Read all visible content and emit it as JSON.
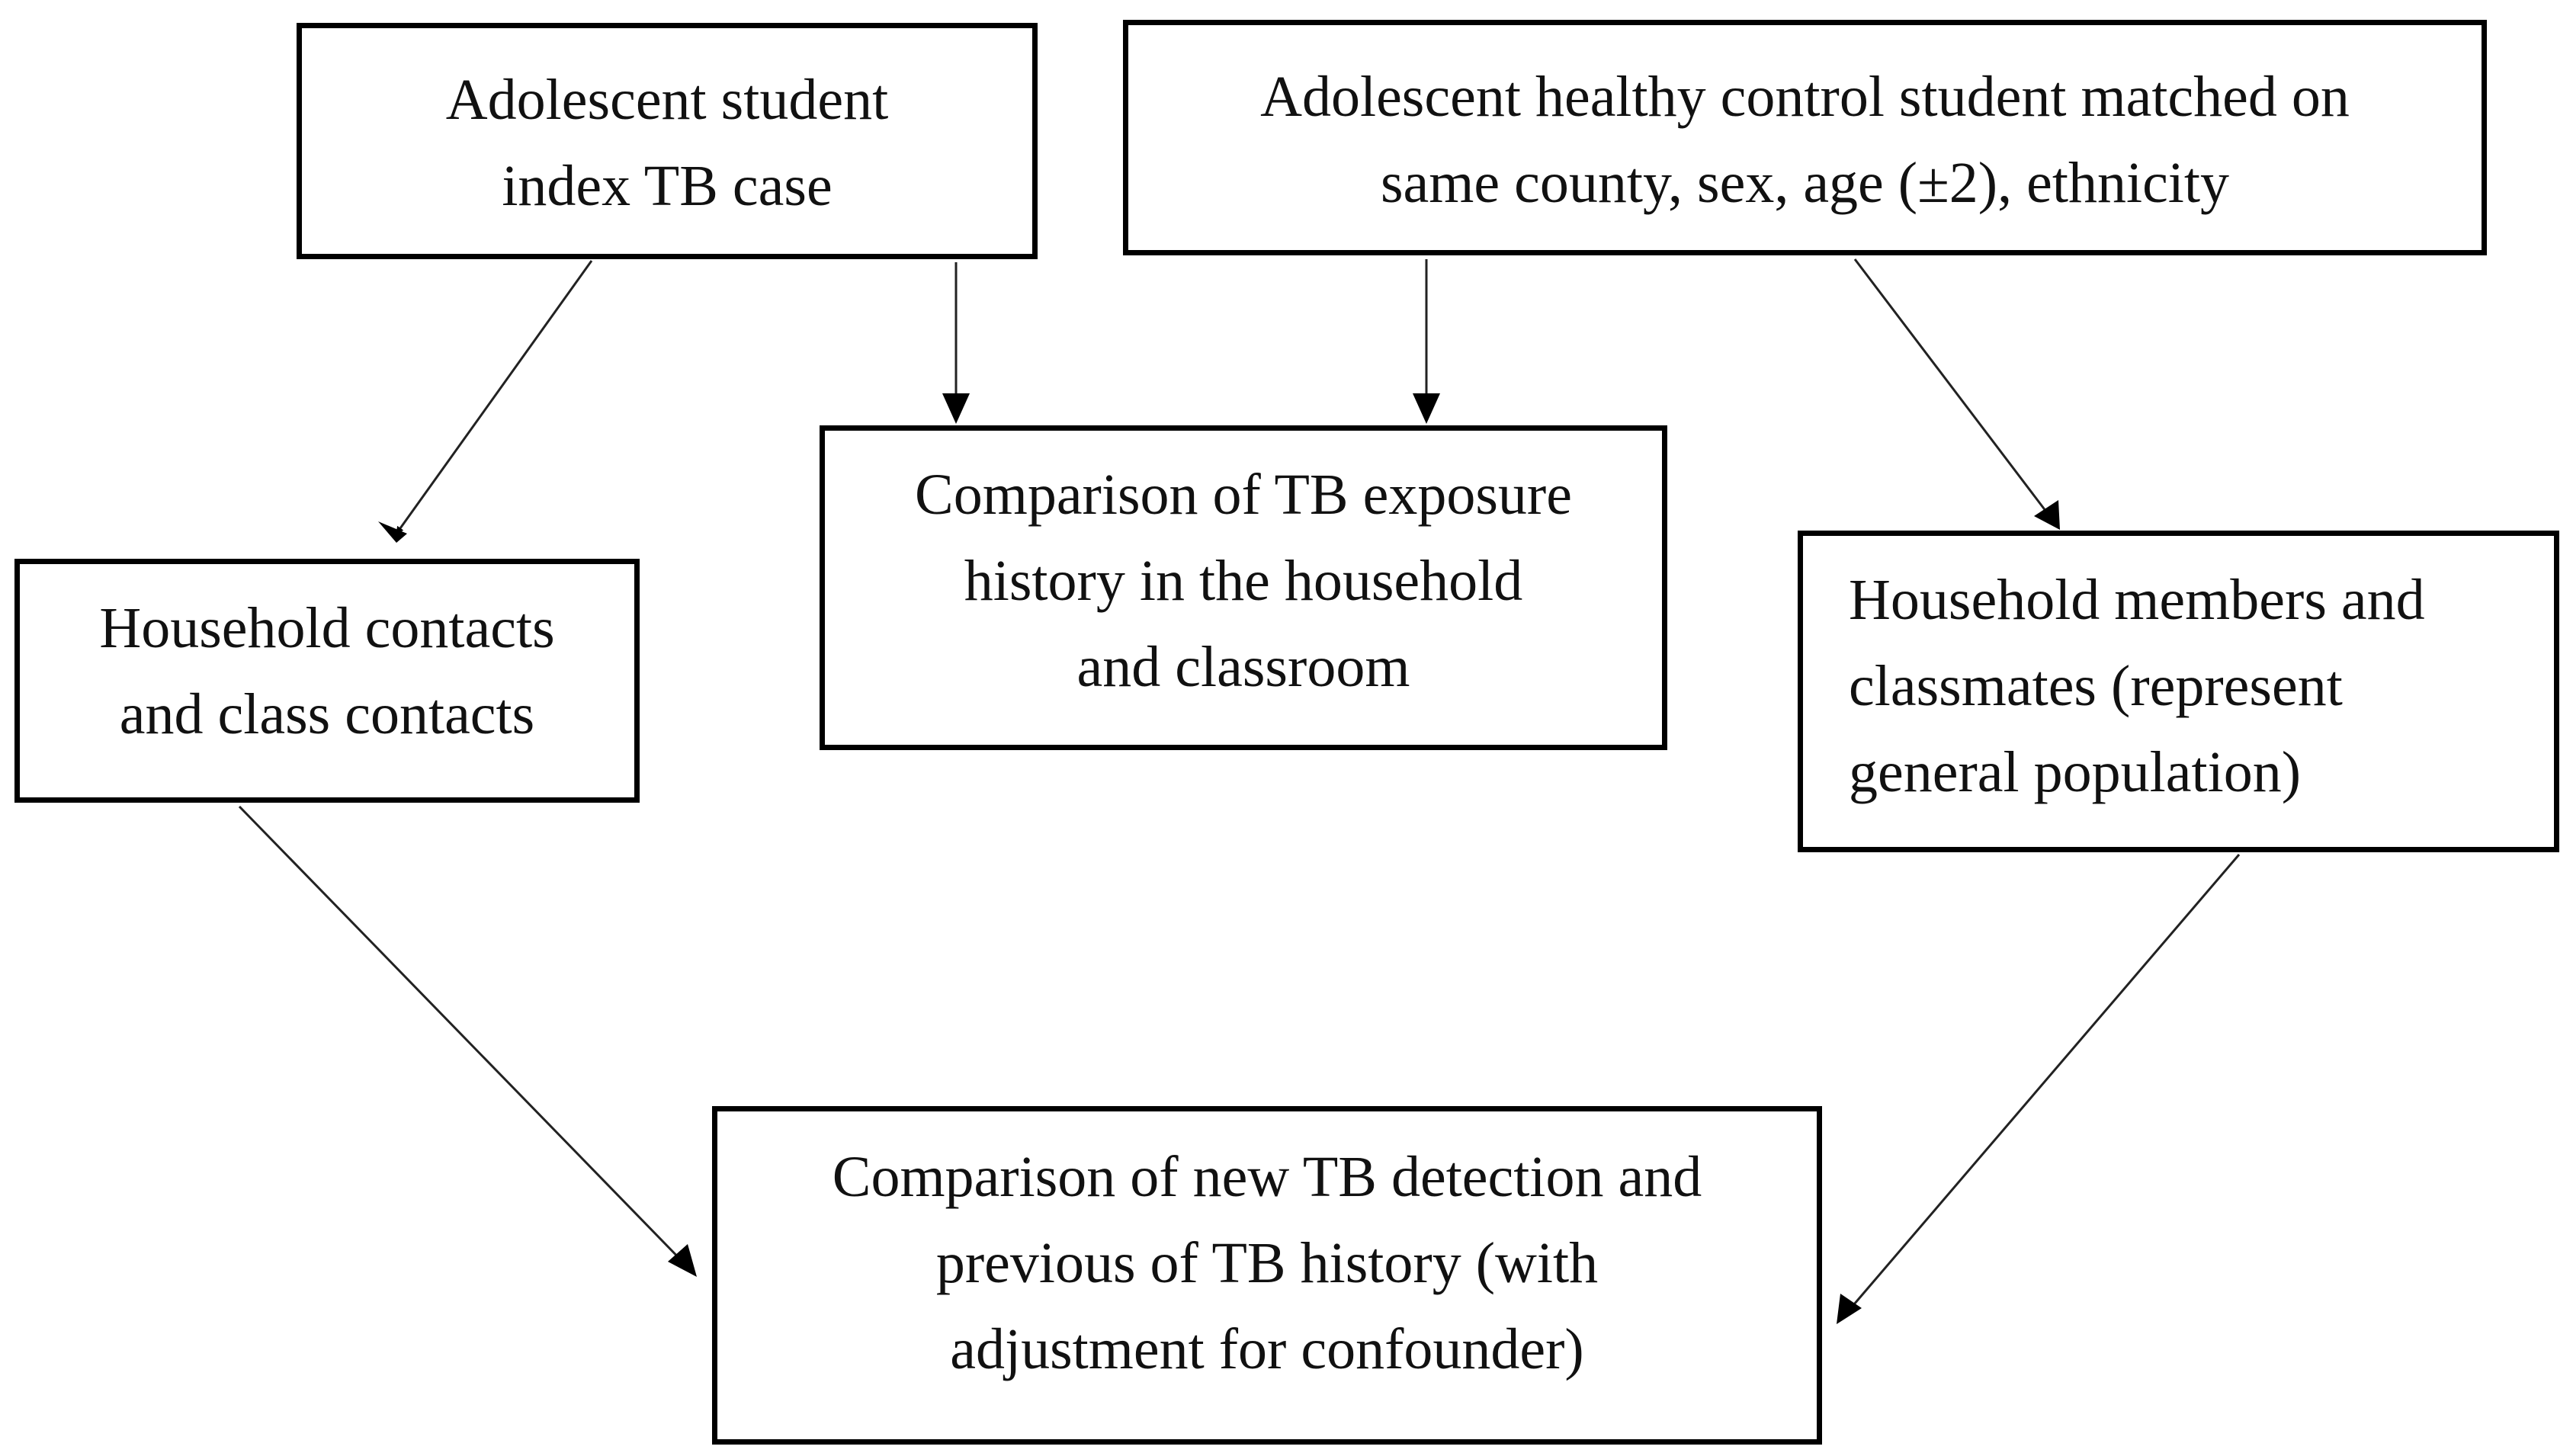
{
  "nodes": {
    "index_case": "Adolescent student\nindex TB case",
    "control": "Adolescent healthy control student matched on\nsame county, sex, age (±2), ethnicity",
    "exposure_comparison": "Comparison of TB exposure\nhistory in the household\nand classroom",
    "case_contacts": "Household contacts\nand class contacts",
    "control_contacts": "Household members and\nclassmates (represent\ngeneral population)",
    "detection_comparison": "Comparison of new TB detection and\nprevious of TB history (with\nadjustment for confounder)"
  }
}
